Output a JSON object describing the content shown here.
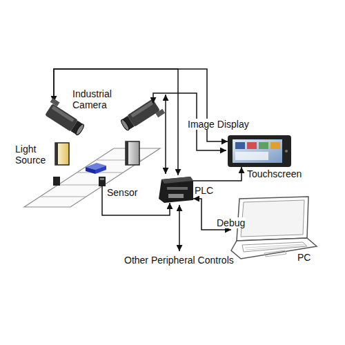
{
  "diagram": {
    "nodes": [
      {
        "text": [
          "Industrial Camera"
        ]
      },
      {
        "text": [
          "Light Source"
        ]
      },
      {
        "text": [
          "Sensor"
        ]
      },
      {
        "text": [
          "PLC"
        ]
      },
      {
        "text": [
          "Touchscreen"
        ]
      },
      {
        "text": [
          "PC"
        ]
      }
    ],
    "edges": [
      {
        "from": 0,
        "to": 3,
        "arrow": "both"
      },
      {
        "from": 0,
        "to": 4,
        "label": "Image Display",
        "arrow": "to"
      },
      {
        "from": 2,
        "to": 3,
        "arrow": "to"
      },
      {
        "from": 3,
        "to": 4,
        "arrow": "to"
      },
      {
        "from": 3,
        "to": 5,
        "label": "Debug",
        "arrow": "both"
      }
    ],
    "labels": [
      "Other Peripheral Controls"
    ]
  }
}
